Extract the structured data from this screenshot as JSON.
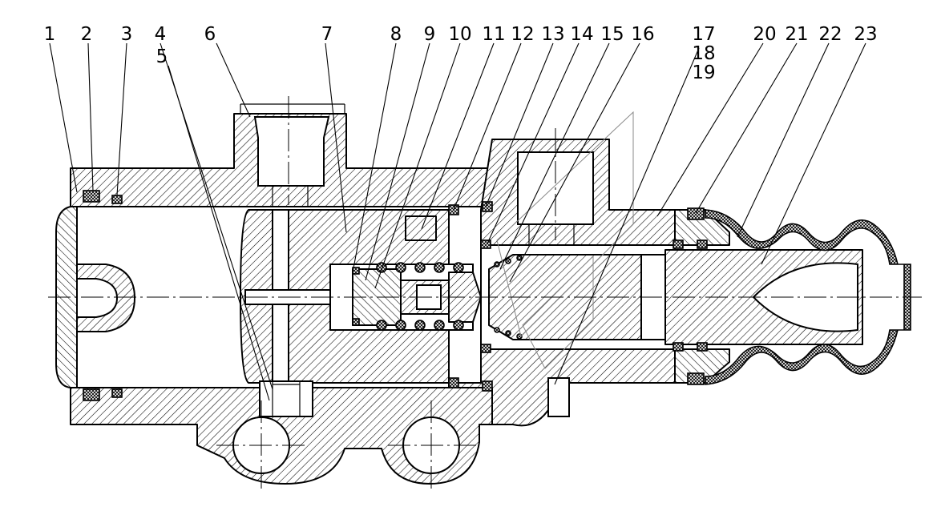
{
  "callouts": [
    {
      "id": "1",
      "text": "1"
    },
    {
      "id": "2",
      "text": "2"
    },
    {
      "id": "3",
      "text": "3"
    },
    {
      "id": "4",
      "text": "4"
    },
    {
      "id": "5",
      "text": "5"
    },
    {
      "id": "6",
      "text": "6"
    },
    {
      "id": "7",
      "text": "7"
    },
    {
      "id": "8",
      "text": "8"
    },
    {
      "id": "9",
      "text": "9"
    },
    {
      "id": "10",
      "text": "10"
    },
    {
      "id": "11",
      "text": "11"
    },
    {
      "id": "12",
      "text": "12"
    },
    {
      "id": "13",
      "text": "13"
    },
    {
      "id": "14",
      "text": "14"
    },
    {
      "id": "15",
      "text": "15"
    },
    {
      "id": "16",
      "text": "16"
    },
    {
      "id": "17",
      "text": "17"
    },
    {
      "id": "18",
      "text": "18"
    },
    {
      "id": "19",
      "text": "19"
    },
    {
      "id": "20",
      "text": "20"
    },
    {
      "id": "21",
      "text": "21"
    },
    {
      "id": "22",
      "text": "22"
    },
    {
      "id": "23",
      "text": "23"
    }
  ],
  "colors": {
    "line": "#000000",
    "background": "#ffffff"
  }
}
